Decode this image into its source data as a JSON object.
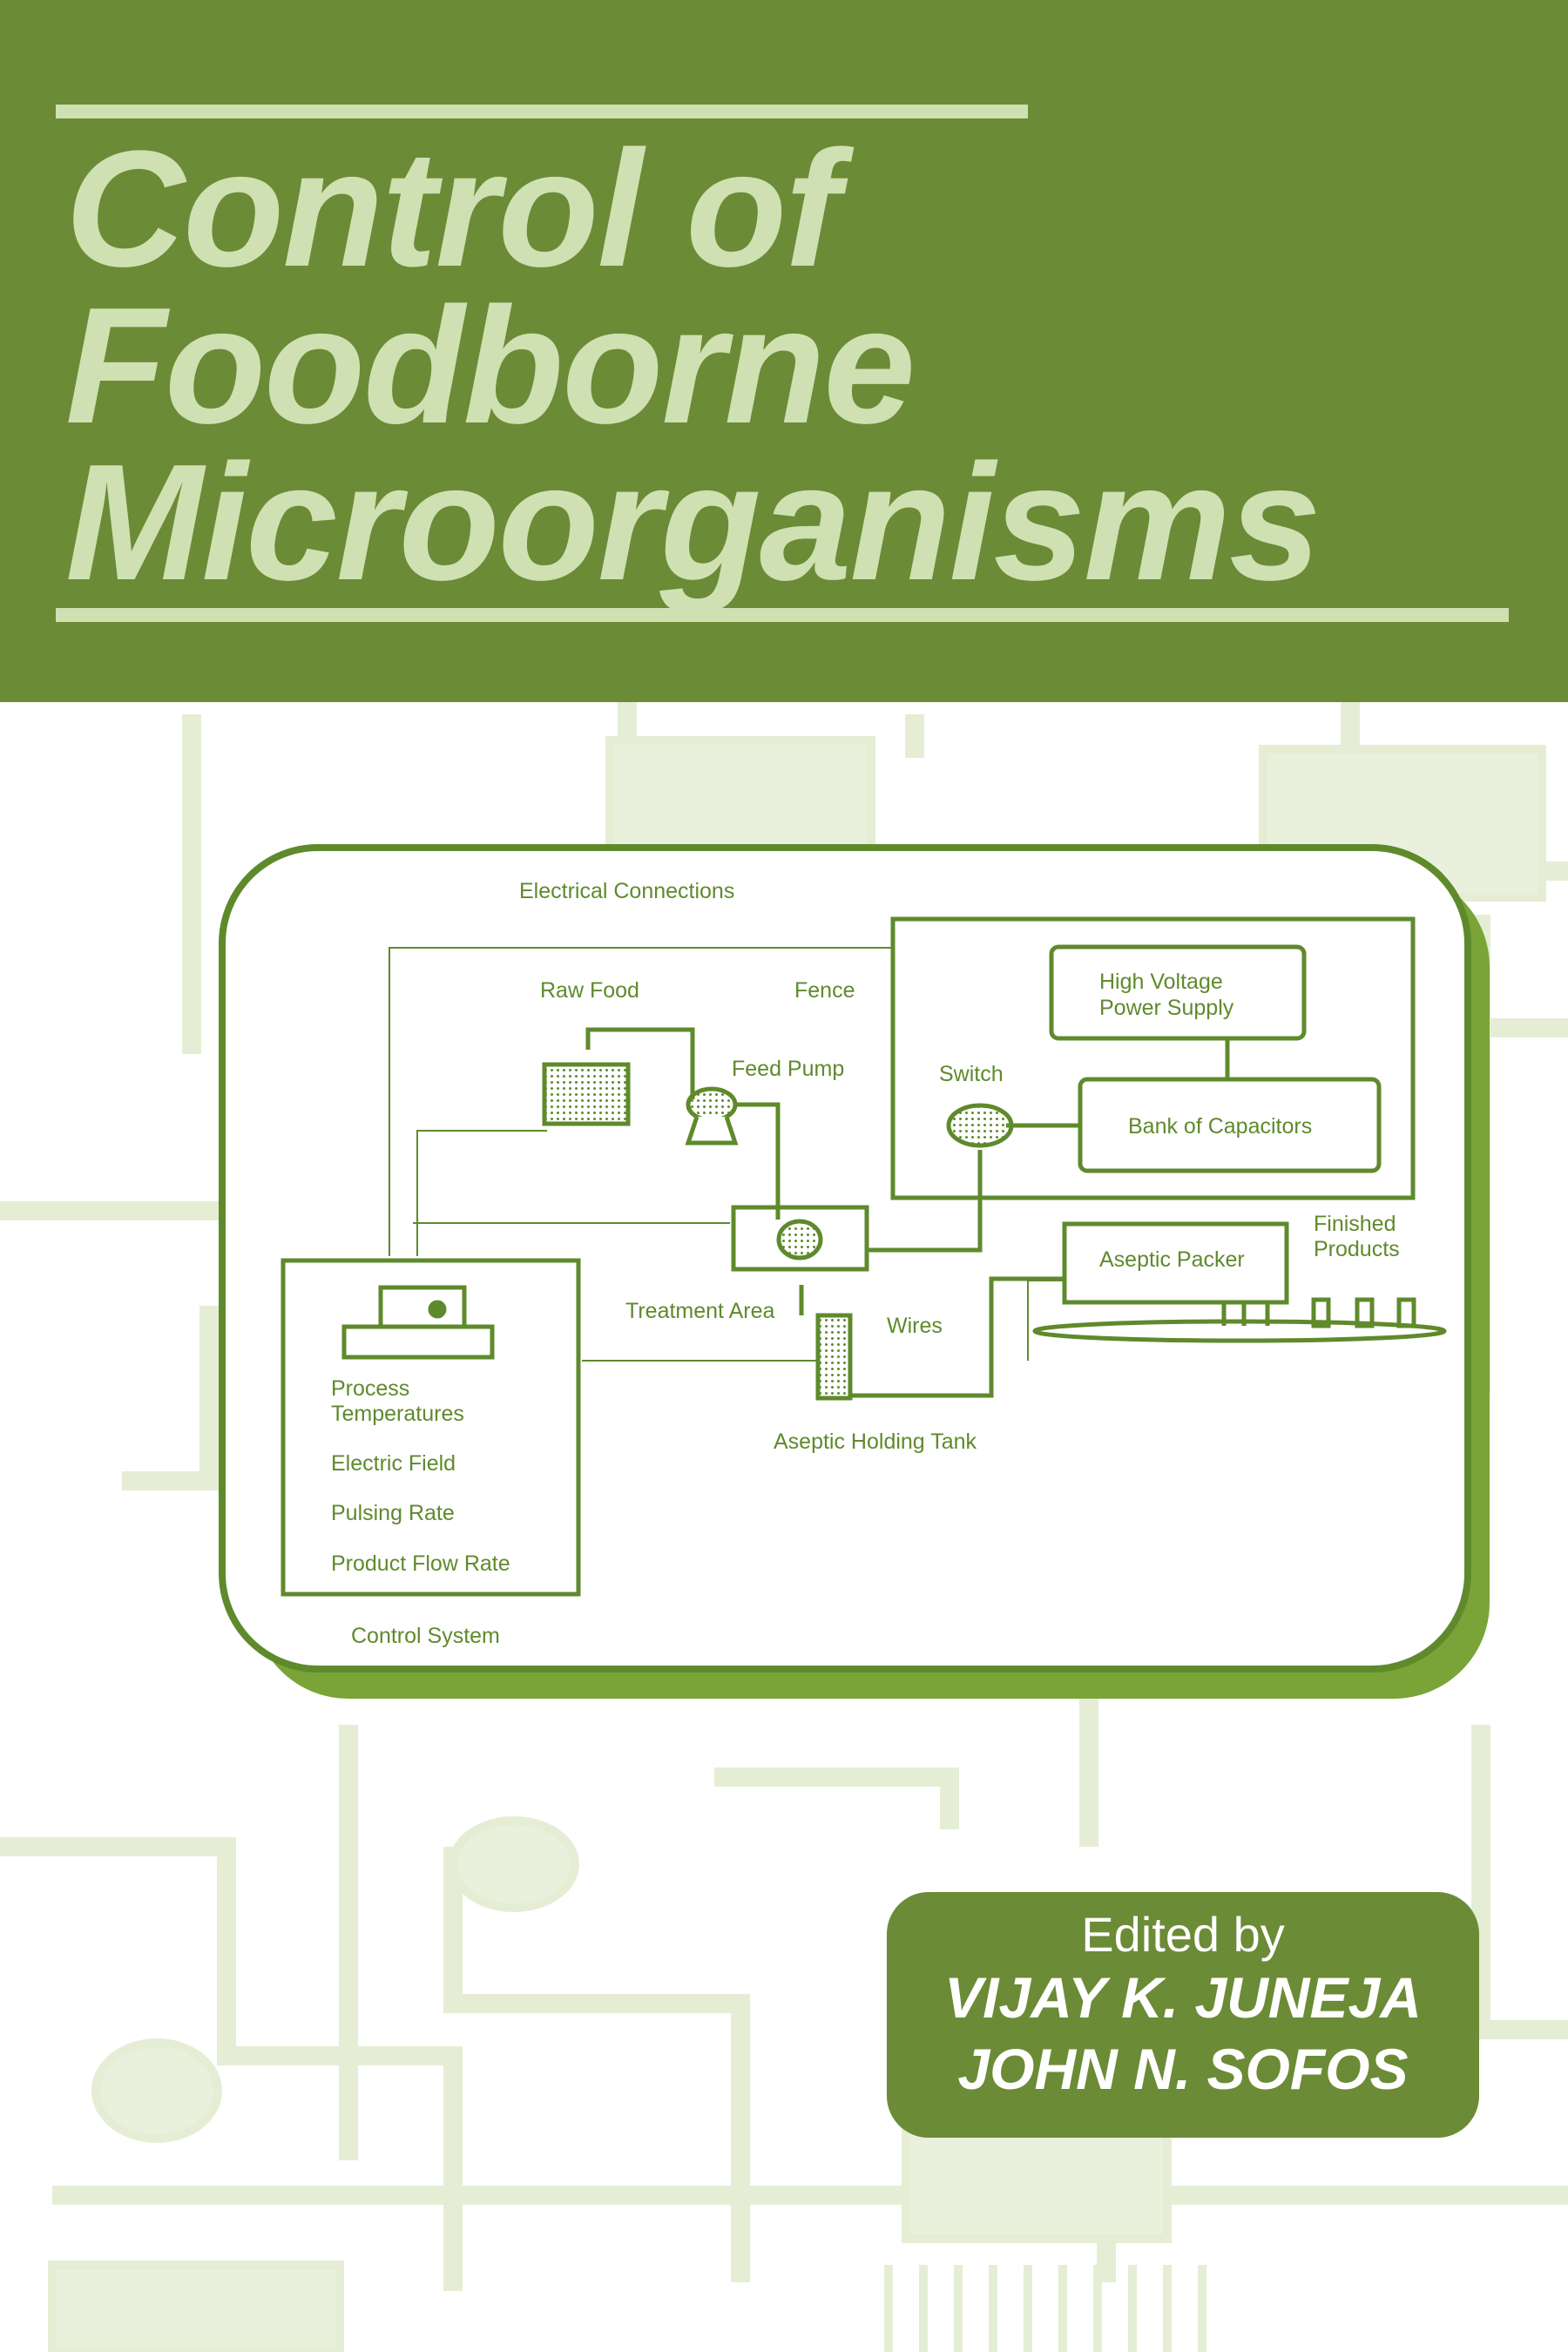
{
  "title": {
    "line1": "Control of",
    "line2": "Foodborne",
    "line3": "Microorganisms"
  },
  "diagram": {
    "electrical_connections": "Electrical Connections",
    "raw_food": "Raw Food",
    "fence": "Fence",
    "feed_pump": "Feed Pump",
    "switch": "Switch",
    "hv_line1": "High Voltage",
    "hv_line2": "Power Supply",
    "bank_of_capacitors": "Bank of Capacitors",
    "finished_line1": "Finished",
    "finished_line2": "Products",
    "aseptic_packer": "Aseptic Packer",
    "treatment_area": "Treatment Area",
    "wires": "Wires",
    "aseptic_holding_tank": "Aseptic Holding Tank",
    "process_line1": "Process",
    "process_line2": "Temperatures",
    "electric_field": "Electric Field",
    "pulsing_rate": "Pulsing Rate",
    "product_flow_rate": "Product Flow Rate",
    "control_system": "Control System"
  },
  "editors": {
    "edited_by": "Edited by",
    "editor1": "VIJAY K. JUNEJA",
    "editor2": "JOHN N. SOFOS"
  },
  "colors": {
    "header_green": "#6b8b36",
    "title_light_green": "#cfe0b2",
    "diagram_green": "#5f8a2c",
    "background_circuit": "#e5eed4"
  }
}
